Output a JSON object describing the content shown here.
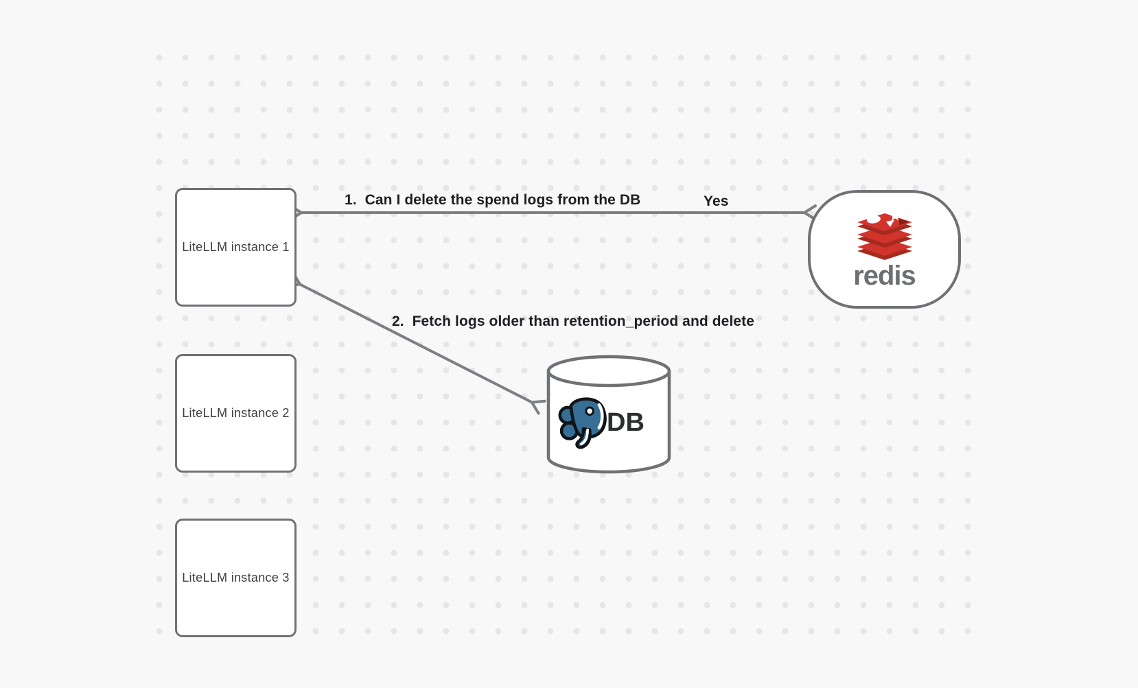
{
  "theme": {
    "background": "#f8f8f9",
    "dot_color": "#e5e6e7",
    "stroke_gray": "#6f7275",
    "arrow_gray": "#7d8082",
    "text_dark": "#1d1f21",
    "box_label_color": "#3c3f42",
    "redis_red": "#d0342c",
    "redis_dark_red": "#a52a1f",
    "redis_wordmark_gray": "#6c6f71",
    "postgres_blue": "#376e96",
    "db_text_color": "#2c2e30"
  },
  "nodes": {
    "instances": [
      {
        "label": "LiteLLM instance 1"
      },
      {
        "label": "LiteLLM instance 2"
      },
      {
        "label": "LiteLLM instance 3"
      }
    ],
    "redis": {
      "wordmark": "redis",
      "icon": "redis-stack-icon"
    },
    "database": {
      "label": "DB",
      "icon": "postgresql-elephant-icon"
    }
  },
  "arrows": [
    {
      "label": "1.  Can I delete the spend logs from the DB",
      "response": "Yes",
      "direction": "both"
    },
    {
      "label": "2.  Fetch logs older than retention_period and delete",
      "direction": "both"
    }
  ]
}
